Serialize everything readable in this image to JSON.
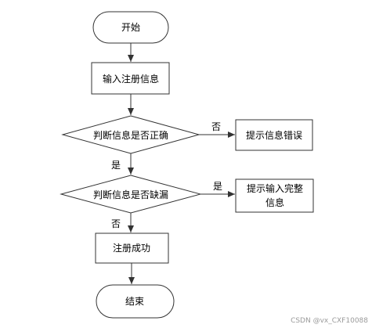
{
  "flowchart": {
    "start": "开始",
    "input_info": "输入注册信息",
    "check_correct": "判断信息是否正确",
    "show_error": "提示信息错误",
    "check_missing": "判断信息是否缺漏",
    "prompt_complete_line1": "提示输入完整",
    "prompt_complete_line2": "信息",
    "register_success": "注册成功",
    "end": "结束",
    "label_no_1": "否",
    "label_yes_1": "是",
    "label_yes_2": "是",
    "label_no_2": "否"
  },
  "watermark": "CSDN @vx_CXF10088"
}
